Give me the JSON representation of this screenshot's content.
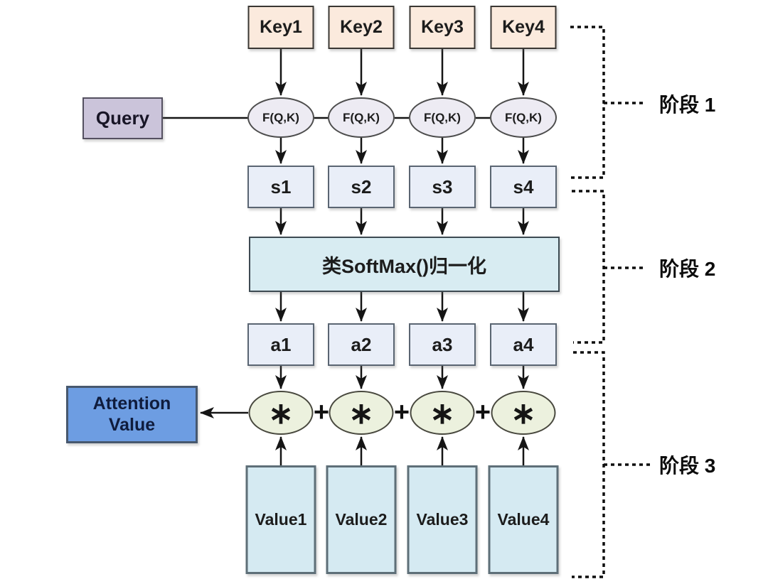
{
  "diagram": {
    "columns": [
      {
        "key": "Key1",
        "score": "s1",
        "weight": "a1",
        "value": "Value1"
      },
      {
        "key": "Key2",
        "score": "s2",
        "weight": "a2",
        "value": "Value2"
      },
      {
        "key": "Key3",
        "score": "s3",
        "weight": "a3",
        "value": "Value3"
      },
      {
        "key": "Key4",
        "score": "s4",
        "weight": "a4",
        "value": "Value4"
      }
    ],
    "query": {
      "label": "Query"
    },
    "similarity_function": {
      "label": "F(Q,K)"
    },
    "softmax": {
      "label": "类SoftMax()归一化"
    },
    "attention": {
      "label": "Attention Value"
    },
    "symbols": {
      "multiply": "∗",
      "plus": "+"
    },
    "stages": [
      {
        "label": "阶段 1"
      },
      {
        "label": "阶段 2"
      },
      {
        "label": "阶段 3"
      }
    ],
    "colors": {
      "key_fill": "#fbeadd",
      "query_fill": "#cbc4da",
      "f_fill": "#edebf3",
      "score_fill": "#e9eef8",
      "softmax_fill": "#d8ecf2",
      "multiply_fill": "#ecf1de",
      "value_fill": "#d5eaf2",
      "attention_fill": "#6d9de2",
      "line": "#151515"
    }
  }
}
